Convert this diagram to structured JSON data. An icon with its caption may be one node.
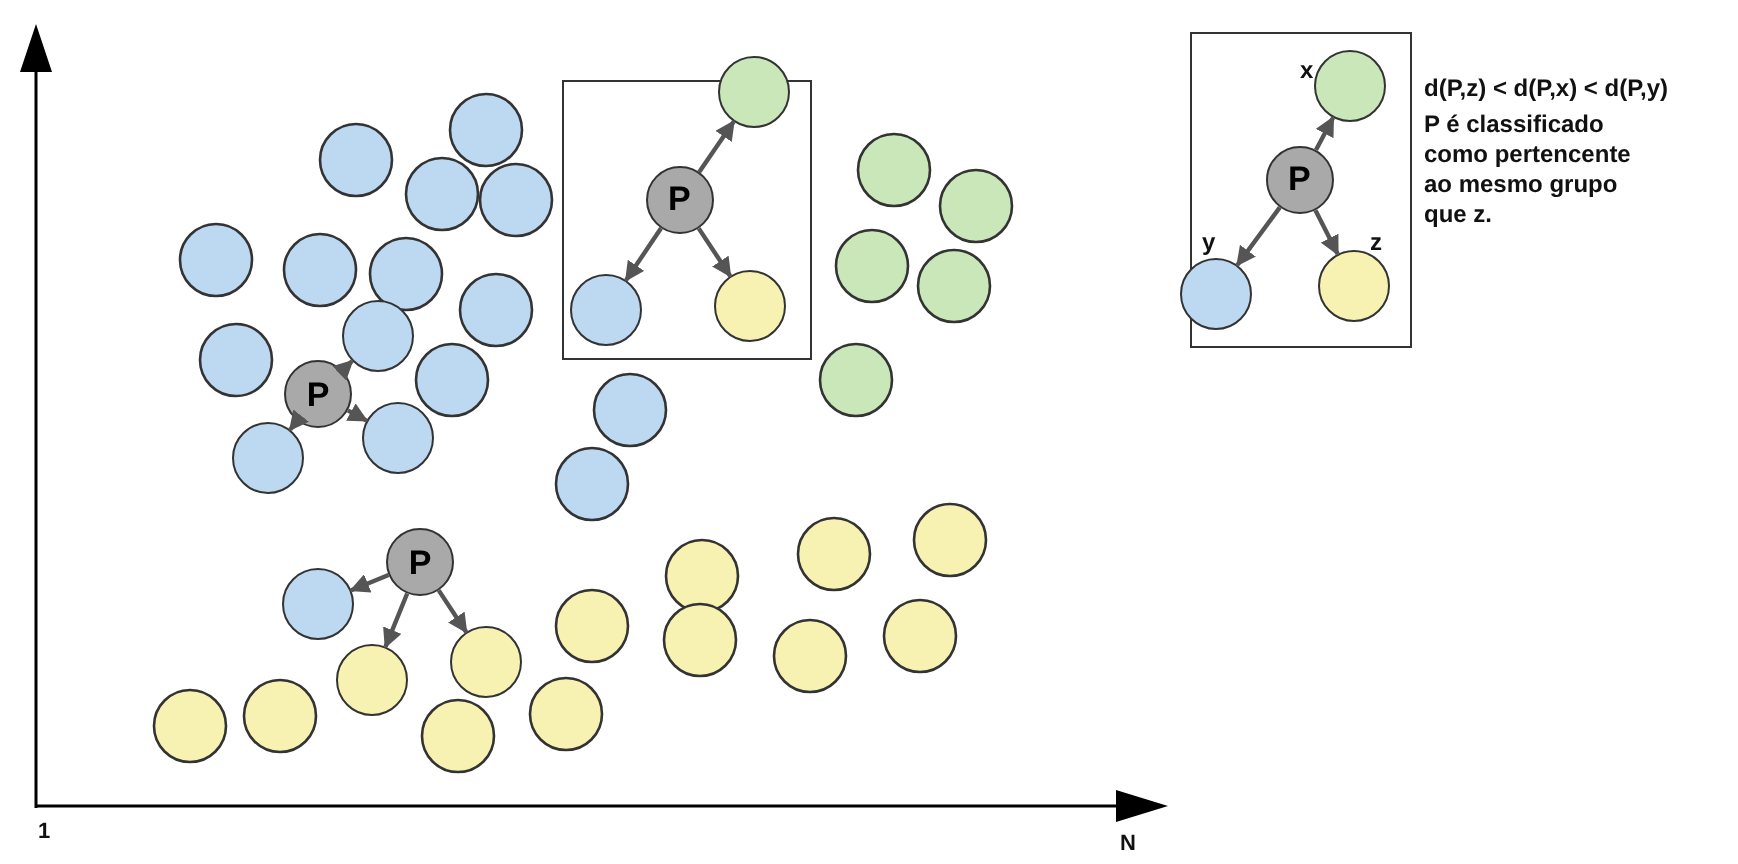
{
  "diagram": {
    "nodes": [
      {
        "text": [],
        "shape": "box"
      },
      {
        "text": [
          "P"
        ],
        "in": 0
      },
      {
        "text": [],
        "shape": "circle"
      },
      {
        "text": [],
        "shape": "circle",
        "in": 0
      },
      {
        "text": [],
        "shape": "circle",
        "in": 0
      },
      {
        "text": [],
        "shape": "box"
      },
      {
        "text": [
          "P"
        ],
        "in": 5
      },
      {
        "text": [],
        "shape": "circle",
        "in": 5,
        "beside": [
          "x"
        ]
      },
      {
        "text": [],
        "shape": "circle",
        "in": 5,
        "beside": [
          "y"
        ]
      },
      {
        "text": [],
        "shape": "circle",
        "in": 5,
        "beside": [
          "z"
        ]
      },
      {
        "text": [
          "P"
        ]
      },
      {
        "text": [],
        "shape": "circle"
      },
      {
        "text": [],
        "shape": "circle"
      },
      {
        "text": [],
        "shape": "circle"
      },
      {
        "text": [
          "P"
        ]
      },
      {
        "text": [],
        "shape": "circle"
      },
      {
        "text": [],
        "shape": "circle"
      },
      {
        "text": [],
        "shape": "circle"
      }
    ],
    "edges": [
      {
        "from": 1,
        "to": 2,
        "arrow": "to"
      },
      {
        "from": 1,
        "to": 3,
        "arrow": "to"
      },
      {
        "from": 1,
        "to": 4,
        "arrow": "to"
      },
      {
        "from": 6,
        "to": 7,
        "arrow": "to"
      },
      {
        "from": 6,
        "to": 8,
        "arrow": "to"
      },
      {
        "from": 6,
        "to": 9,
        "arrow": "to"
      },
      {
        "from": 10,
        "to": 11,
        "arrow": "to"
      },
      {
        "from": 10,
        "to": 12,
        "arrow": "to"
      },
      {
        "from": 10,
        "to": 13,
        "arrow": "to"
      },
      {
        "from": 14,
        "to": 15,
        "arrow": "to"
      },
      {
        "from": 14,
        "to": 16,
        "arrow": "to"
      },
      {
        "from": 14,
        "to": 17,
        "arrow": "to"
      }
    ],
    "labels": [
      "d(P,z) < d(P,x) < d(P,y)",
      "P é classificado como pertencente ao mesmo grupo que z.",
      "1",
      "N"
    ]
  }
}
